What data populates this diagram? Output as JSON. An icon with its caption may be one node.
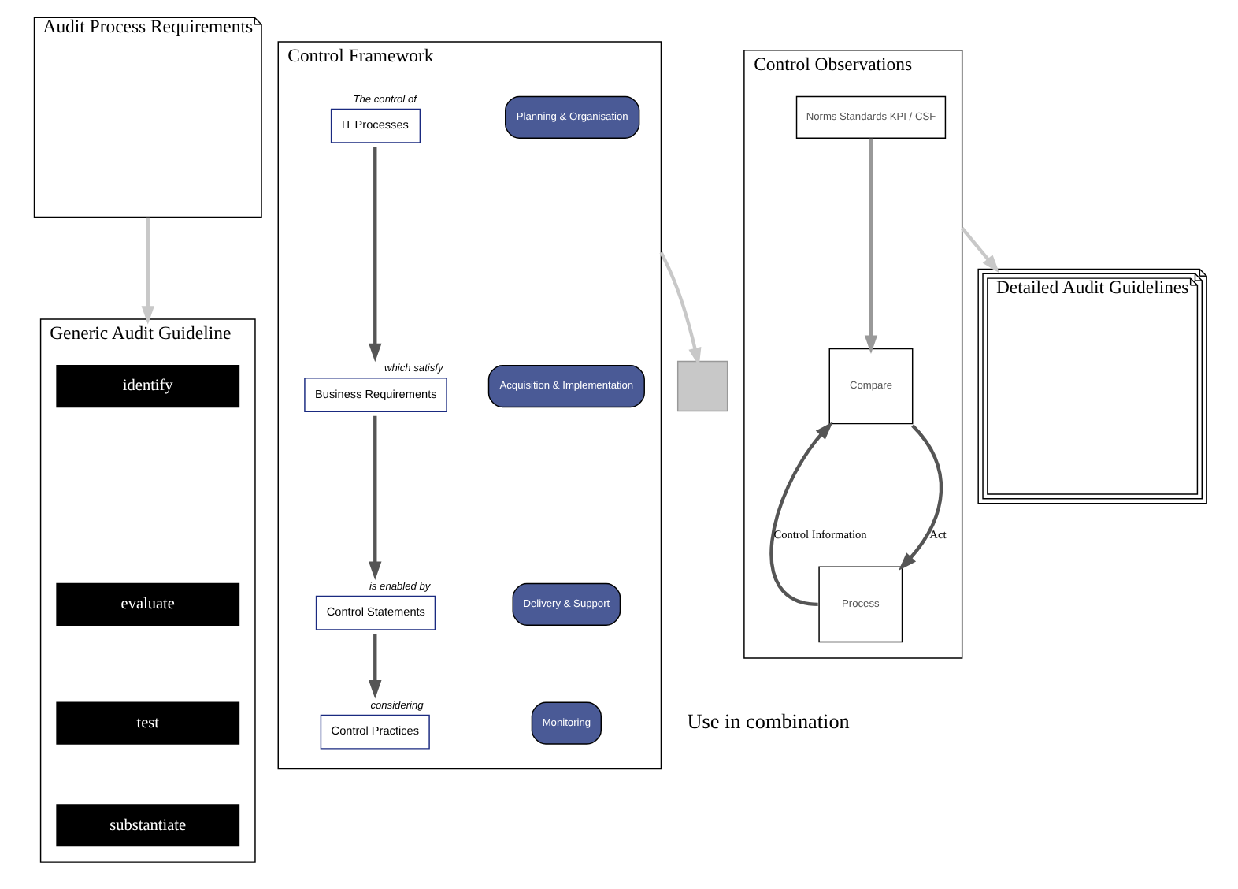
{
  "diagram": {
    "nodes": [
      {
        "text": [
          "Audit Process Requirements"
        ]
      },
      {
        "text": [
          "Control Framework"
        ]
      },
      {
        "text": [
          "Planning & Organisation"
        ],
        "in": 1
      },
      {
        "text": [
          "Acquisition & Implementation"
        ],
        "in": 1
      },
      {
        "text": [
          "Delivery & Support"
        ],
        "in": 1
      },
      {
        "text": [
          "Monitoring"
        ],
        "in": 1
      },
      {
        "text": [
          "IT Processes"
        ],
        "in": 1,
        "beside": [
          "The control of"
        ]
      },
      {
        "text": [
          "Business Requirements"
        ],
        "in": 1,
        "beside": [
          "which satisfy"
        ]
      },
      {
        "text": [
          "Control Statements"
        ],
        "in": 1,
        "beside": [
          "is enabled by"
        ]
      },
      {
        "text": [
          "Control Practices"
        ],
        "in": 1,
        "beside": [
          "considering"
        ]
      },
      {
        "text": [
          "Control Observations"
        ]
      },
      {
        "text": [
          "Norms Standards KPI / CSF"
        ],
        "in": 10
      },
      {
        "text": [
          "Compare"
        ],
        "in": 10
      },
      {
        "text": [
          "Process"
        ],
        "in": 10
      },
      {
        "text": [
          "Generic Audit Guideline"
        ]
      },
      {
        "text": [
          "identify"
        ],
        "in": 14
      },
      {
        "text": [
          "evaluate"
        ],
        "in": 14
      },
      {
        "text": [
          "test"
        ],
        "in": 14
      },
      {
        "text": [
          "substantiate"
        ],
        "in": 14
      },
      {
        "text": [],
        "shape": "plus"
      },
      {
        "text": [
          "Detailed Audit Guidelines"
        ]
      }
    ],
    "edges": [
      {
        "from": 6,
        "to": 7,
        "arrow": "to",
        "color": "#555555"
      },
      {
        "from": 7,
        "to": 8,
        "arrow": "to",
        "color": "#555555"
      },
      {
        "from": 8,
        "to": 9,
        "arrow": "to",
        "color": "#555555"
      },
      {
        "from": 11,
        "to": 12,
        "arrow": "to",
        "color": "#999999"
      },
      {
        "from": 12,
        "to": 13,
        "label": "Act",
        "arrow": "to",
        "color": "#555555"
      },
      {
        "from": 13,
        "to": 12,
        "label": "Control Information",
        "arrow": "to",
        "color": "#555555"
      },
      {
        "from": 0,
        "to": 14,
        "arrow": "to",
        "color": "#c8c8c8"
      },
      {
        "from": 1,
        "to": 19,
        "arrow": "to",
        "color": "#c8c8c8"
      },
      {
        "from": 10,
        "to": 20,
        "arrow": "to",
        "color": "#c8c8c8"
      }
    ],
    "labels": [
      "Use in combination"
    ]
  }
}
